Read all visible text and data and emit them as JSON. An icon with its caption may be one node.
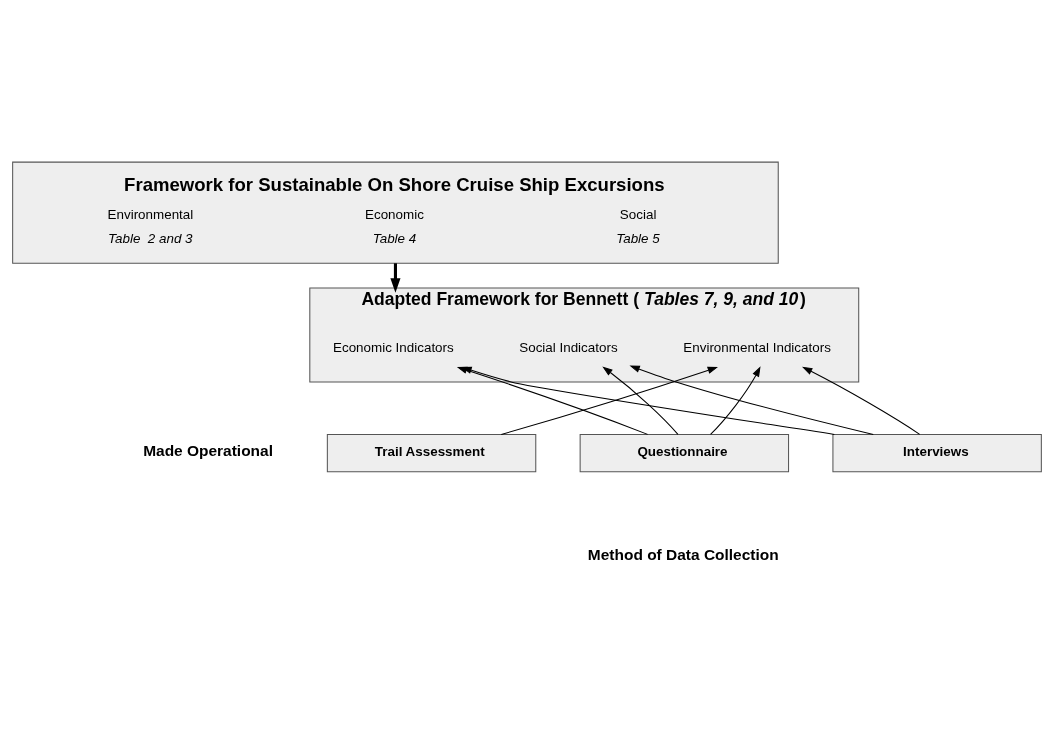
{
  "diagram": {
    "nodes": [
      {
        "text": [
          "Framework for Sustainable On Shore Cruise Ship Excursions",
          "Environmental",
          "Economic",
          "Social",
          "Table  2 and 3",
          "Table 4",
          "Table 5"
        ]
      },
      {
        "text": [
          "Adapted Framework for Bennett (*Tables 7, 9, and 10*)"
        ]
      },
      {
        "text": [
          "Environmental Indicators"
        ],
        "in": 1
      },
      {
        "text": [
          "Economic Indicators"
        ],
        "in": 1
      },
      {
        "text": [
          "Social Indicators"
        ],
        "in": 1
      },
      {
        "text": [
          "Trail Assessment"
        ]
      },
      {
        "text": [
          "Questionnaire"
        ]
      },
      {
        "text": [
          "Interviews"
        ]
      }
    ],
    "edges": [
      {
        "from": 0,
        "to": 1,
        "arrow": "to",
        "style": "thick"
      },
      {
        "from": 5,
        "to": 2,
        "arrow": "to"
      },
      {
        "from": 6,
        "to": 2,
        "arrow": "to"
      },
      {
        "from": 6,
        "to": 3,
        "arrow": "to"
      },
      {
        "from": 6,
        "to": 4,
        "arrow": "to"
      },
      {
        "from": 7,
        "to": 2,
        "arrow": "to"
      },
      {
        "from": 7,
        "to": 3,
        "arrow": "to"
      },
      {
        "from": 7,
        "to": 4,
        "arrow": "to"
      }
    ],
    "labels": [
      "Made Operational",
      "Method of Data Collection"
    ]
  }
}
